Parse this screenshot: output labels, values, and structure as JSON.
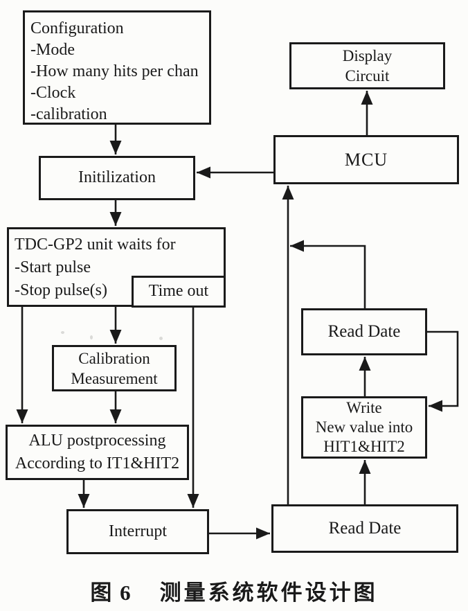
{
  "figure_caption": {
    "label": "图 6",
    "title": "测量系统软件设计图"
  },
  "nodes": {
    "configuration": {
      "lines": [
        "Configuration",
        "-Mode",
        "-How many hits per chan",
        "-Clock",
        "-calibration"
      ]
    },
    "initialization": {
      "label": "Initilization"
    },
    "tdc_wait": {
      "lines": [
        "TDC-GP2 unit waits for",
        "-Start pulse",
        "-Stop pulse(s)"
      ]
    },
    "time_out": {
      "label": "Time out"
    },
    "calibration_measurement": {
      "lines": [
        "Calibration",
        "Measurement"
      ]
    },
    "alu_postprocessing": {
      "lines": [
        "ALU postprocessing",
        "According to IT1&HIT2"
      ]
    },
    "interrupt": {
      "label": "Interrupt"
    },
    "display_circuit": {
      "lines": [
        "Display",
        "Circuit"
      ]
    },
    "mcu": {
      "label": "MCU"
    },
    "read_data_top": {
      "label": "Read Date"
    },
    "write_new_value": {
      "lines": [
        "Write",
        "New value into",
        "HIT1&HIT2"
      ]
    },
    "read_data_bottom": {
      "label": "Read Date"
    }
  },
  "colors": {
    "ink": "#1a1a1a",
    "paper": "#fcfcfa"
  }
}
